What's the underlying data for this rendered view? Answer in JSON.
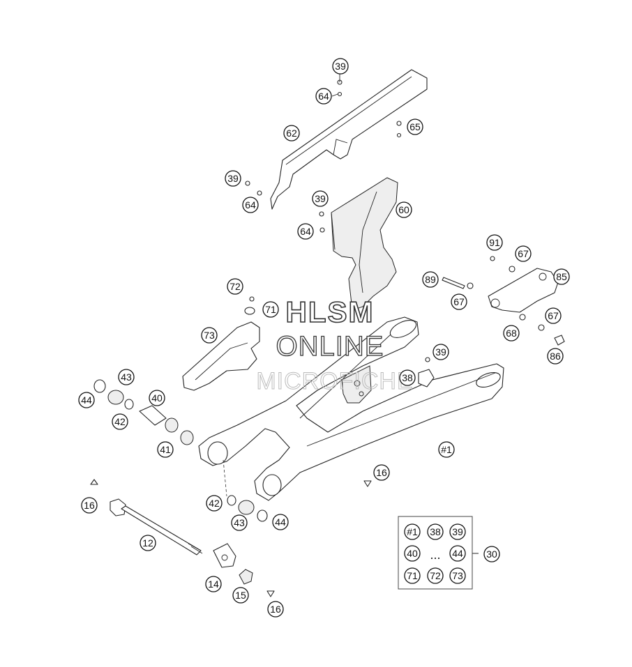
{
  "watermark": {
    "line1": "HLSM",
    "line2": "ONLINE",
    "line3": "MICROFICHE"
  },
  "callouts": [
    {
      "label": "39"
    },
    {
      "label": "64"
    },
    {
      "label": "62"
    },
    {
      "label": "65"
    },
    {
      "label": "39"
    },
    {
      "label": "64"
    },
    {
      "label": "39"
    },
    {
      "label": "60"
    },
    {
      "label": "64"
    },
    {
      "label": "91"
    },
    {
      "label": "67"
    },
    {
      "label": "89"
    },
    {
      "label": "85"
    },
    {
      "label": "72"
    },
    {
      "label": "71"
    },
    {
      "label": "67"
    },
    {
      "label": "67"
    },
    {
      "label": "73"
    },
    {
      "label": "68"
    },
    {
      "label": "86"
    },
    {
      "label": "39"
    },
    {
      "label": "38"
    },
    {
      "label": "43"
    },
    {
      "label": "44"
    },
    {
      "label": "40"
    },
    {
      "label": "42"
    },
    {
      "label": "41"
    },
    {
      "label": "#1"
    },
    {
      "label": "16"
    },
    {
      "label": "16"
    },
    {
      "label": "42"
    },
    {
      "label": "43"
    },
    {
      "label": "44"
    },
    {
      "label": "12"
    },
    {
      "label": "14"
    },
    {
      "label": "15"
    },
    {
      "label": "16"
    },
    {
      "label": "30"
    }
  ],
  "kit_box": {
    "row1": [
      "#1",
      "38",
      "39"
    ],
    "row2_left": "40",
    "row2_sep": "...",
    "row2_right": "44",
    "row3": [
      "71",
      "72",
      "73"
    ]
  }
}
